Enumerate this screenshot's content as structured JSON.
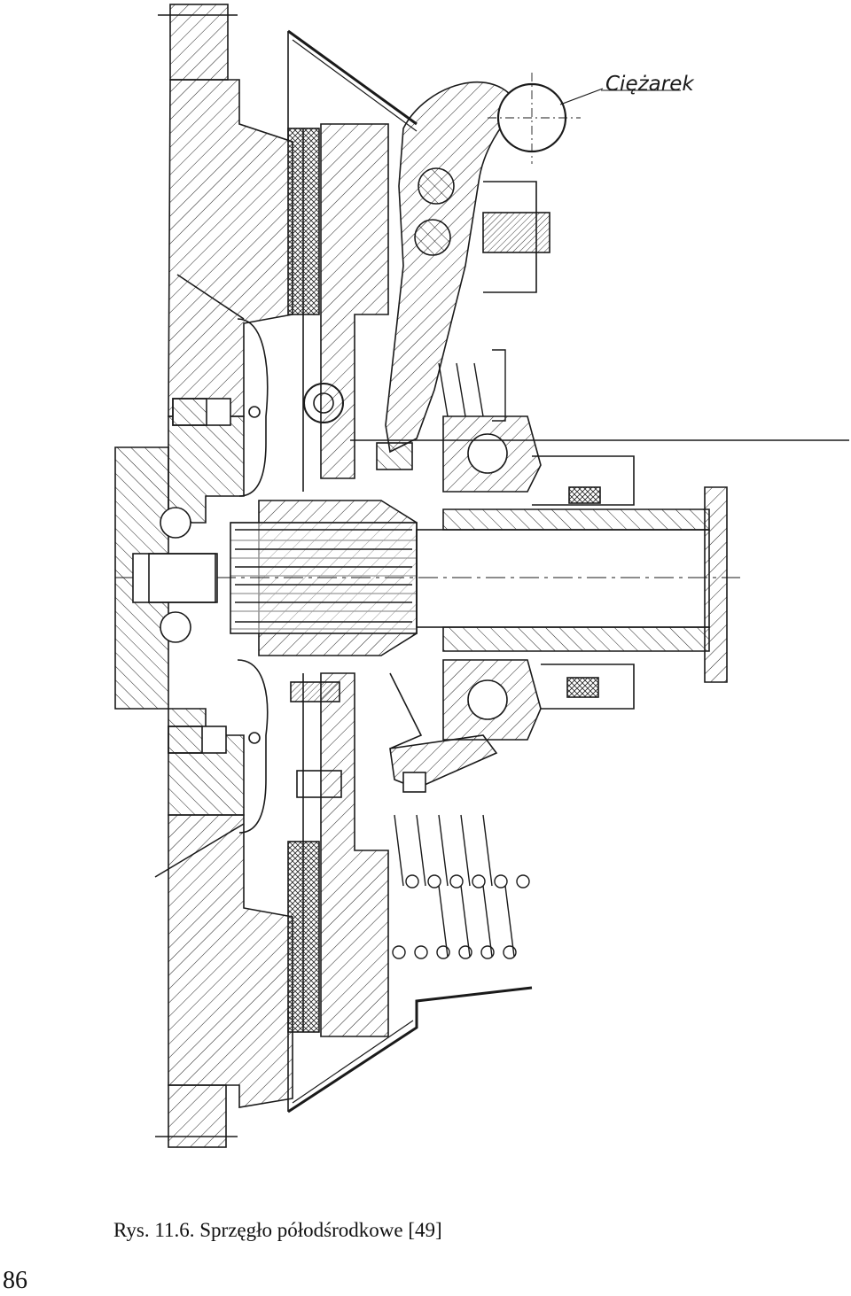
{
  "figure": {
    "label_weight": "Ciężarek",
    "caption": "Rys. 11.6. Sprzęgło półodśrodkowe [49]"
  },
  "page": {
    "number": "86"
  },
  "colors": {
    "ink": "#1a1a1a",
    "background": "#ffffff"
  }
}
